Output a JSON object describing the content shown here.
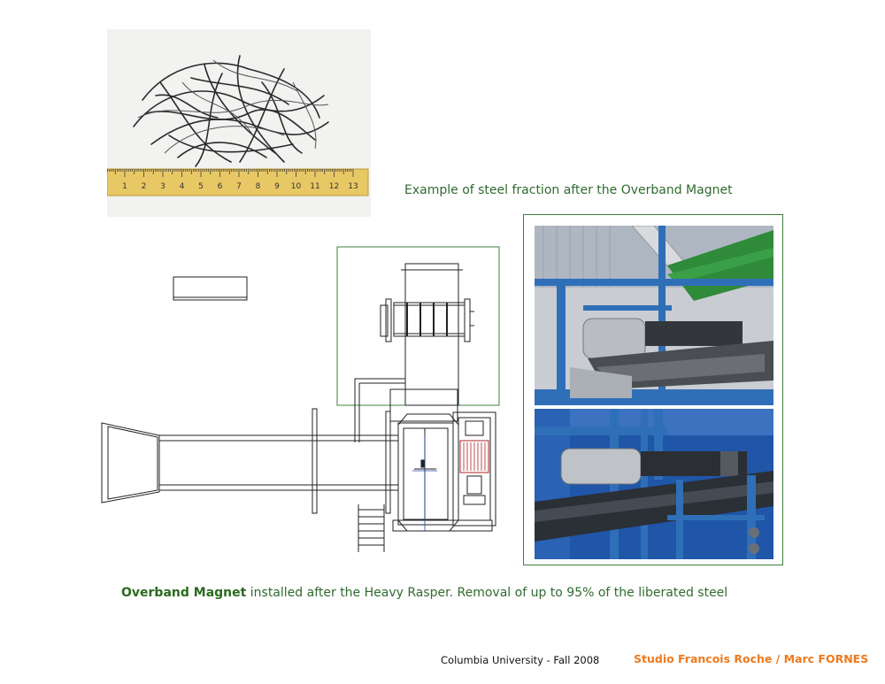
{
  "photo_caption": "Example of steel fraction after the Overband Magnet",
  "caption": {
    "bold": "Overband Magnet",
    "rest": " installed after the Heavy Rasper. Removal of up to 95% of the liberated steel"
  },
  "footer": {
    "left": "Columbia University - Fall 2008",
    "right": "Studio Francois Roche / Marc FORNES"
  },
  "ruler": {
    "numbers": [
      "1",
      "2",
      "3",
      "4",
      "5",
      "6",
      "7",
      "8",
      "9",
      "10",
      "11",
      "12",
      "13"
    ]
  },
  "colors": {
    "caption_green": "#2f6b2f",
    "frame_green": "#3f7f3f",
    "footer_orange": "#ee7a1f",
    "machine_blue": "#2f6fb8"
  }
}
